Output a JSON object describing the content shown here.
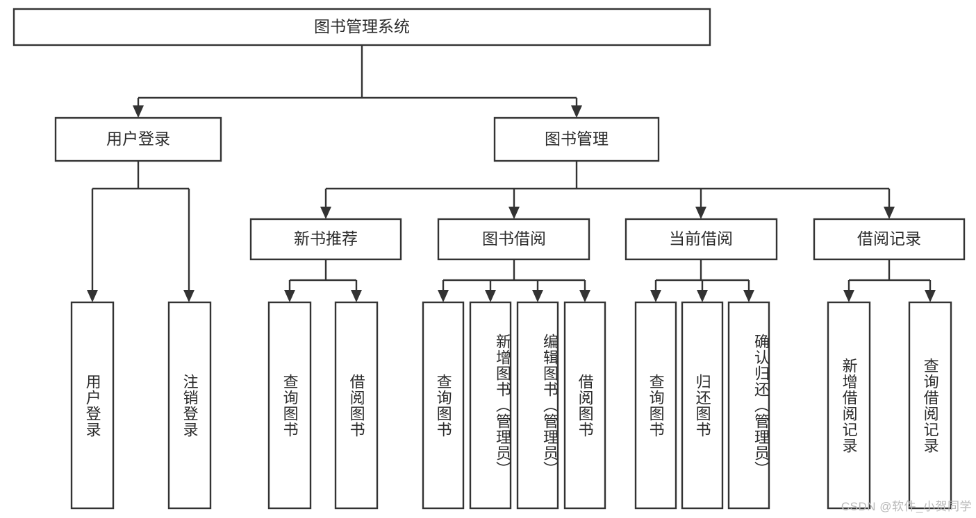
{
  "diagram": {
    "title_node": {
      "label": "图书管理系统"
    },
    "level2": [
      {
        "id": "user-login",
        "label": "用户登录"
      },
      {
        "id": "book-management",
        "label": "图书管理"
      }
    ],
    "level3": [
      {
        "id": "new-book-recommend",
        "label": "新书推荐"
      },
      {
        "id": "book-borrow",
        "label": "图书借阅"
      },
      {
        "id": "current-borrow",
        "label": "当前借阅"
      },
      {
        "id": "borrow-record",
        "label": "借阅记录"
      }
    ],
    "leaves": [
      {
        "id": "leaf-user-login",
        "label": "用户登录"
      },
      {
        "id": "leaf-logout-login",
        "label": "注销登录"
      },
      {
        "id": "leaf-query-book-1",
        "label": "查询图书"
      },
      {
        "id": "leaf-borrow-book-1",
        "label": "借阅图书"
      },
      {
        "id": "leaf-query-book-2",
        "label": "查询图书"
      },
      {
        "id": "leaf-add-book",
        "label": "新增图书（管理员）"
      },
      {
        "id": "leaf-edit-book",
        "label": "编辑图书（管理员）"
      },
      {
        "id": "leaf-borrow-book-2",
        "label": "借阅图书"
      },
      {
        "id": "leaf-query-book-3",
        "label": "查询图书"
      },
      {
        "id": "leaf-return-book",
        "label": "归还图书"
      },
      {
        "id": "leaf-confirm-return",
        "label": "确认归还（管理员）"
      },
      {
        "id": "leaf-add-borrow-record",
        "label": "新增借阅记录"
      },
      {
        "id": "leaf-query-borrow-record",
        "label": "查询借阅记录"
      }
    ],
    "colors": {
      "stroke": "#333333",
      "box_fill": "#ffffff",
      "text": "#2b2b2b",
      "watermark": "#b9b9b9",
      "background": "#ffffff"
    }
  },
  "watermark": {
    "text": "CSDN @软件_小贺同学"
  }
}
